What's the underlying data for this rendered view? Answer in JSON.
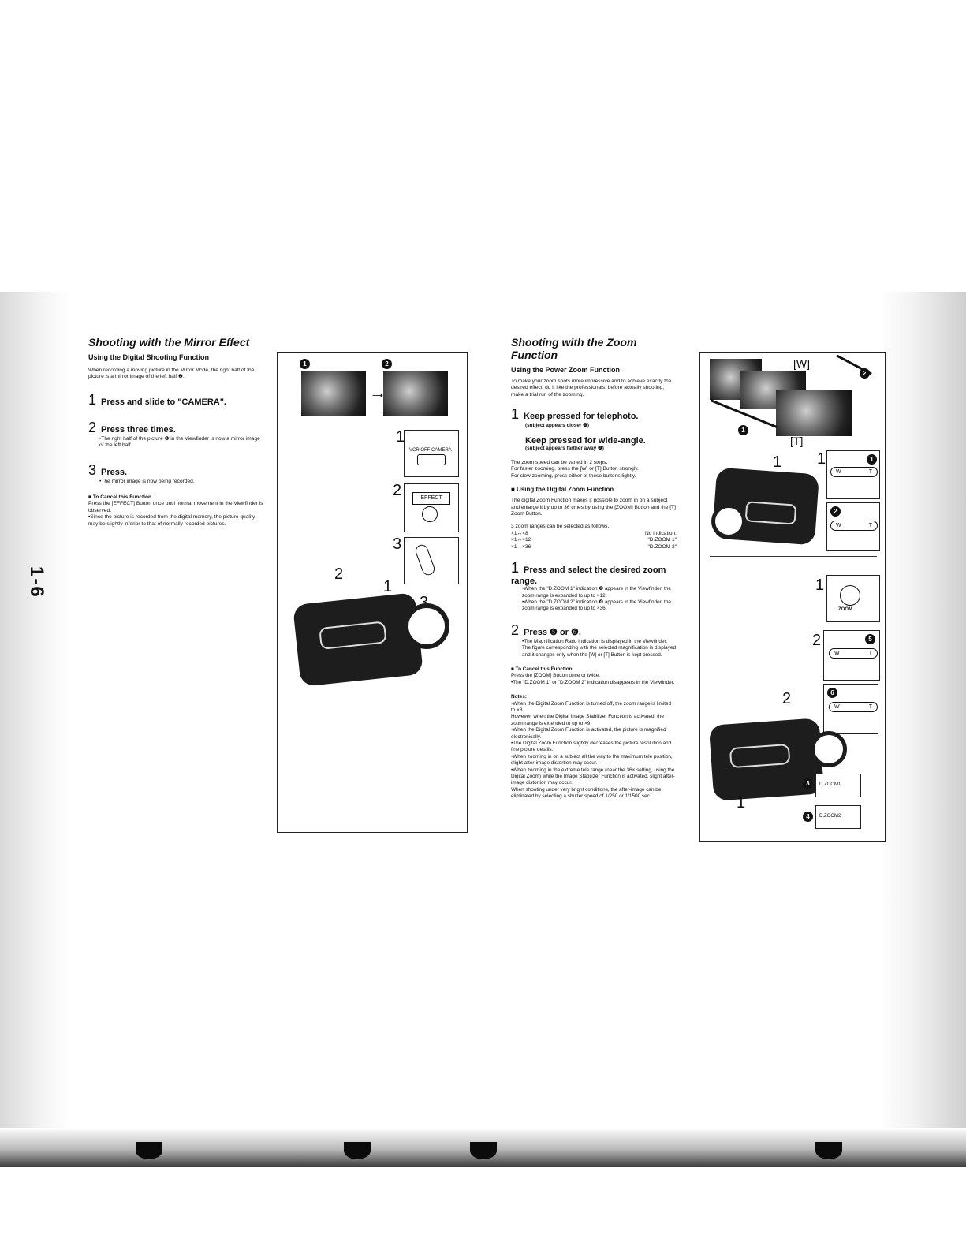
{
  "page_number": "1-6",
  "left": {
    "title": "Shooting with the Mirror Effect",
    "subtitle": "Using the Digital Shooting Function",
    "intro": "When recording a moving picture in the Mirror Mode, the right half of the picture is a mirror image of the left half ❷.",
    "step1_num": "1",
    "step1": "Press and slide to \"CAMERA\".",
    "step2_num": "2",
    "step2": "Press three times.",
    "step2_note": "•The right half of the picture ❶ in the Viewfinder is now a mirror image of the left half.",
    "step3_num": "3",
    "step3": "Press.",
    "step3_note": "•The mirror image is now being recorded.",
    "cancel_title": "■  To Cancel this Function...",
    "cancel_text": "Press the [EFFECT] Button once until normal movement in the Viewfinder is observed.",
    "cancel_note": "•Since the picture is recorded from the digital memory, the picture quality may be slightly inferior to that of normally recorded pictures."
  },
  "left_panel": {
    "badge1": "1",
    "badge2": "2",
    "arrow": "→",
    "step1": "1",
    "step2": "2",
    "step3": "3",
    "switch_label": "VCR OFF CAMERA",
    "effect_label": "EFFECT",
    "cam_1": "1",
    "cam_2": "2",
    "cam_3": "3"
  },
  "right": {
    "title": "Shooting with the Zoom Function",
    "subtitle": "Using the Power Zoom Function",
    "intro": "To make your zoom shots more impressive and to achieve exactly the desired effect, do it like the professionals: before actually shooting, make a trial run of the zooming.",
    "step1_num": "1",
    "step1a": "Keep pressed for telephoto.",
    "step1a_note": "(subject appears closer ❶)",
    "step1b": "Keep pressed for wide-angle.",
    "step1b_note": "(subject appears farther away ❷)",
    "speed_text": "The zoom speed can be varied in 2 steps.\nFor faster zooming, press the [W] or [T] Button strongly.\nFor slow zooming, press either of these buttons lightly.",
    "digital_title": "■  Using the Digital Zoom Function",
    "digital_text": "The digital Zoom Function makes it possible to zoom in on a subject and enlarge it by up to 36 times by using the [ZOOM] Button and the [T] Zoom Button.",
    "ranges_intro": "3 zoom ranges can be selected as follows.",
    "ranges": [
      {
        "range": "×1↔×8",
        "value": "No indication."
      },
      {
        "range": "×1↔×12",
        "value": "\"D.ZOOM 1\""
      },
      {
        "range": "×1↔×36",
        "value": "\"D.ZOOM 2\""
      }
    ],
    "dstep1_num": "1",
    "dstep1": "Press and select the desired zoom range.",
    "dstep1_note1": "•When the \"D.ZOOM 1\" indication ❸ appears in the Viewfinder, the zoom range is expanded to up to ×12.",
    "dstep1_note2": "•When the \"D.ZOOM 2\" indication ❹ appears in the Viewfinder, the zoom range is expanded to up to ×36.",
    "dstep2_num": "2",
    "dstep2": "Press ❺ or ❻.",
    "dstep2_note1": "•The Magnification Ratio Indication is displayed in the Viewfinder.",
    "dstep2_note2": "The figure corresponding with the selected magnification is displayed and it changes only when the [W] or [T] Button is kept pressed.",
    "cancel_title": "■  To Cancel this Function...",
    "cancel_text": "Press the [ZOOM] Button once or twice.",
    "cancel_note": "•The \"D.ZOOM 1\" or \"D.ZOOM 2\" indication disappears in the Viewfinder.",
    "notes_title": "Notes:",
    "notes": [
      "•When the Digital Zoom Function is turned off, the zoom range is limited to ×8.",
      "However, when the Digital Image Stabilizer Function is activated, the zoom range is extended to up to ×9.",
      "•When the Digital Zoom Function is activated, the picture is magnified electronically.",
      "•The Digital Zoom Function slightly decreases the picture resolution and fine picture details.",
      "•When zooming in on a subject all the way to the maximum tele position, slight after-image distortion may occur.",
      "•When zooming in the extreme tele range (near the 36× setting, using the Digital Zoom) while the Image Stabilizer Function is activated, slight after-image distortion may occur.",
      "When shooting under very bright conditions, the after-image can be eliminated by selecting a shutter speed of 1/250 or 1/1500 sec."
    ]
  },
  "right_panel": {
    "w_label": "[W]",
    "t_label": "[T]",
    "badge1": "1",
    "badge2": "2",
    "cam_1": "1",
    "box1": "1",
    "w": "W",
    "t": "T",
    "zoom_label": "ZOOM",
    "lower_1": "1",
    "lower_2": "2",
    "badge5": "5",
    "badge6": "6",
    "badge3": "3",
    "badge4": "4",
    "dz1": "D.ZOOM1",
    "dz2": "D.ZOOM2",
    "lcam_2": "2",
    "lcam_1": "1"
  }
}
